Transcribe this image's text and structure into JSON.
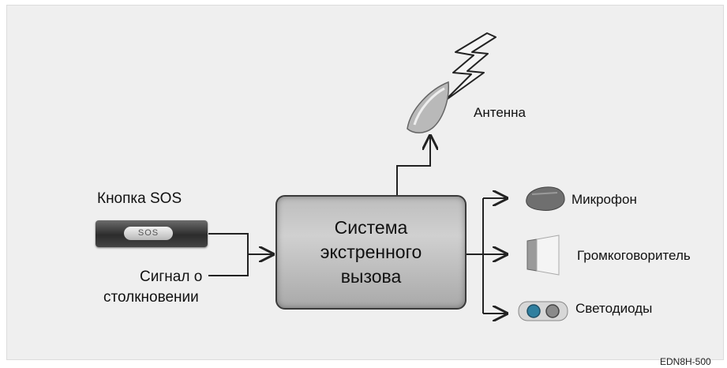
{
  "labels": {
    "sos_button": "Кнопка SOS",
    "sos_button_text": "SOS",
    "crash_signal_line1": "Сигнал о",
    "crash_signal_line2": "столкновении",
    "system_line1": "Система",
    "system_line2": "экстренного",
    "system_line3": "вызова",
    "antenna": "Антенна",
    "microphone": "Микрофон",
    "speaker": "Громкоговоритель",
    "leds": "Светодиоды",
    "figure_code": "EDN8H-500"
  },
  "icons": [
    "lightning-icon",
    "antenna-icon",
    "microphone-icon",
    "speaker-icon",
    "led-lights-icon"
  ],
  "colors": {
    "panel": "#efefef",
    "box": "#bdbdbd",
    "lines": "#222222"
  }
}
